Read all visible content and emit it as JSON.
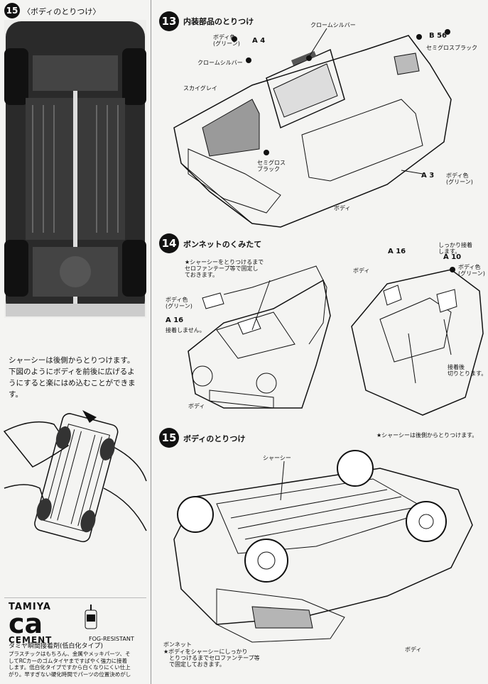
{
  "left_column": {
    "step_number": "15",
    "step_title": "〈ボディのとりつけ〉",
    "instruction": "シャーシーは後側からとりつけます。\n下図のようにボディを前後に広げるよ\nうにすると楽にはめ込むことができま\nす。"
  },
  "step13": {
    "number": "13",
    "title": "内装部品のとりつけ",
    "labels": {
      "chrome1": "クロームシルバー",
      "body_color_green": "ボディ色\n(グリーン)",
      "a4": "A 4",
      "chrome2": "クロームシルバー",
      "sky_grey": "スカイグレイ",
      "b56": "B 56",
      "semigloss_black1": "セミグロスブラック",
      "semigloss_black2": "セミグロス\nブラック",
      "a3": "A 3",
      "body_color_green2": "ボディ色\n(グリーン)",
      "body": "ボディ"
    }
  },
  "step14": {
    "number": "14",
    "title": "ボンネットのくみたて",
    "labels": {
      "note_tape": "★シャーシーをとりつけるまで\nセロファンテープ等で固定し\nておきます。",
      "body_color_green": "ボディ色\n(グリーン)",
      "a16_left": "A 16",
      "no_glue": "接着しません。",
      "body_left": "ボディ",
      "a16_right": "A 16",
      "firm_glue": "しっかり接着\nします。",
      "a10": "A 10",
      "body_color_green_right": "ボディ色\n(グリーン)",
      "body_right": "ボディ",
      "cut_after": "接着後\n切りとります。"
    }
  },
  "step15": {
    "number": "15",
    "title": "ボディのとりつけ",
    "note_rear": "★シャーシーは後側からとりつけます。",
    "chassis": "シャーシー",
    "bonnet": "ボンネット",
    "note_fix": "★ボディをシャーシーにしっかり\n　とりつけるまでセロファンテープ等\n　で固定しておきます。",
    "body": "ボディ"
  },
  "cement_ad": {
    "brand": "TAMIYA",
    "product": "ca",
    "product_word": "CEMENT",
    "fog": "FOG-RESISTANT",
    "name": "タミヤ瞬間接着剤(低白化タイプ)",
    "desc": "プラスチックはもちろん、金属やメッキパーツ、そ\nしてRCカーのゴムタイヤまですばやく強力に接着\nします。低白化タイプですから白くなりにくい仕上\nがり。早すぎない硬化時間でパーツの位置決めがし"
  },
  "colors": {
    "ink": "#111111",
    "paper": "#f4f4f2",
    "grey_fill": "#9a9a9a"
  }
}
